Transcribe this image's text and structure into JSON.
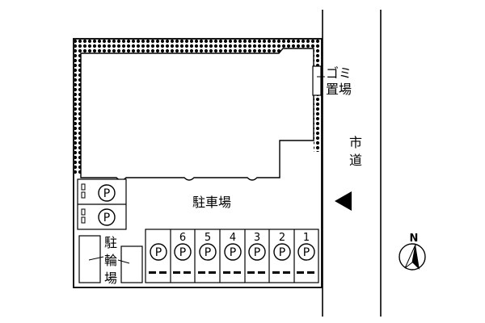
{
  "labels": {
    "garbage_line1": "ゴミ",
    "garbage_line2": "置場",
    "road_line1": "市",
    "road_line2": "道",
    "parking_title": "駐車場",
    "bicycle_line1": "駐",
    "bicycle_line2": "輪",
    "bicycle_line3": "場",
    "north": "N"
  },
  "parking": {
    "symbol": "P",
    "left_stalls": 2,
    "bottom_stalls": [
      {
        "number": ""
      },
      {
        "number": "6"
      },
      {
        "number": "5"
      },
      {
        "number": "4"
      },
      {
        "number": "3"
      },
      {
        "number": "2"
      },
      {
        "number": "1"
      }
    ]
  },
  "icons": {
    "entrance": "entrance-arrow-icon",
    "compass": "north-compass-icon"
  },
  "colors": {
    "line": "#000000",
    "background": "#ffffff"
  }
}
